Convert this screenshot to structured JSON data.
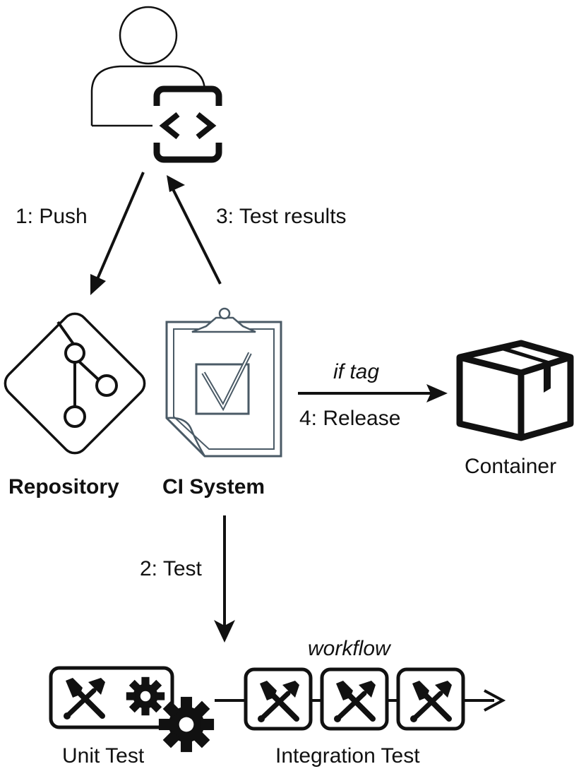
{
  "nodes": {
    "developer": {
      "icon": "developer-code-icon"
    },
    "repository": {
      "label": "Repository",
      "icon": "git-icon"
    },
    "ci_system": {
      "label": "CI System",
      "icon": "clipboard-checkmark-icon"
    },
    "container": {
      "label": "Container",
      "icon": "package-box-icon"
    },
    "unit_test": {
      "label": "Unit Test",
      "icon": "tools-gear-icon"
    },
    "integration_test": {
      "label": "Integration Test",
      "icon": "tools-icon",
      "group_label": "workflow"
    }
  },
  "edges": {
    "push": {
      "label": "1: Push"
    },
    "test": {
      "label": "2: Test"
    },
    "test_results": {
      "label": "3: Test results"
    },
    "release": {
      "label": "4: Release",
      "condition": "if tag"
    }
  },
  "colors": {
    "ink": "#111111",
    "clipboard": "#4a5a66"
  }
}
